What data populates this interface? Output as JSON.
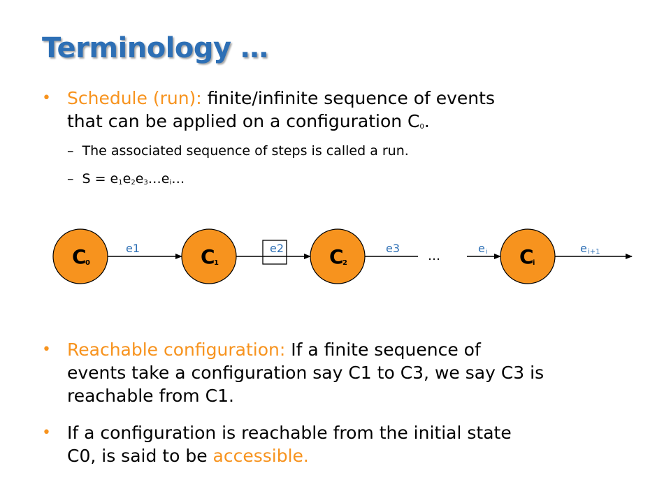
{
  "title": "Terminology …",
  "bullet1": {
    "term": "Schedule (run):",
    "text_line1": " finite/infinite sequence of events",
    "text_line2": "that can be applied on a configuration C",
    "text_sub": "0",
    "text_end": ".",
    "subs": [
      {
        "text": "The associated sequence of steps is called a run."
      },
      {
        "prefix": "S = e",
        "s1": "1",
        "m1": "e",
        "s2": "2",
        "m2": "e",
        "s3": "3",
        "m3": "…e",
        "s4": "i",
        "m4": "…"
      }
    ]
  },
  "diagram": {
    "nodes": [
      {
        "label": "C",
        "sub": "0"
      },
      {
        "label": "C",
        "sub": "1"
      },
      {
        "label": "C",
        "sub": "2"
      },
      {
        "label": "C",
        "sub": "i"
      }
    ],
    "edges": [
      {
        "label": "e1"
      },
      {
        "label": "e2"
      },
      {
        "label": "e3"
      },
      {
        "label": "e",
        "sub": "i"
      },
      {
        "label": "e",
        "sub": "i+1"
      }
    ],
    "ellipsis": "…",
    "colors": {
      "node_fill": "#f7931e",
      "edge_label": "#2d6fb5"
    }
  },
  "bullet2": {
    "term": "Reachable configuration:",
    "line1": " If a finite sequence of",
    "line2": "events take a configuration say C1 to C3, we say C3 is",
    "line3": "reachable from C1."
  },
  "bullet3": {
    "line1": "If a configuration is reachable from the initial state",
    "line2": "C0, is said to be ",
    "accent": "accessible."
  }
}
